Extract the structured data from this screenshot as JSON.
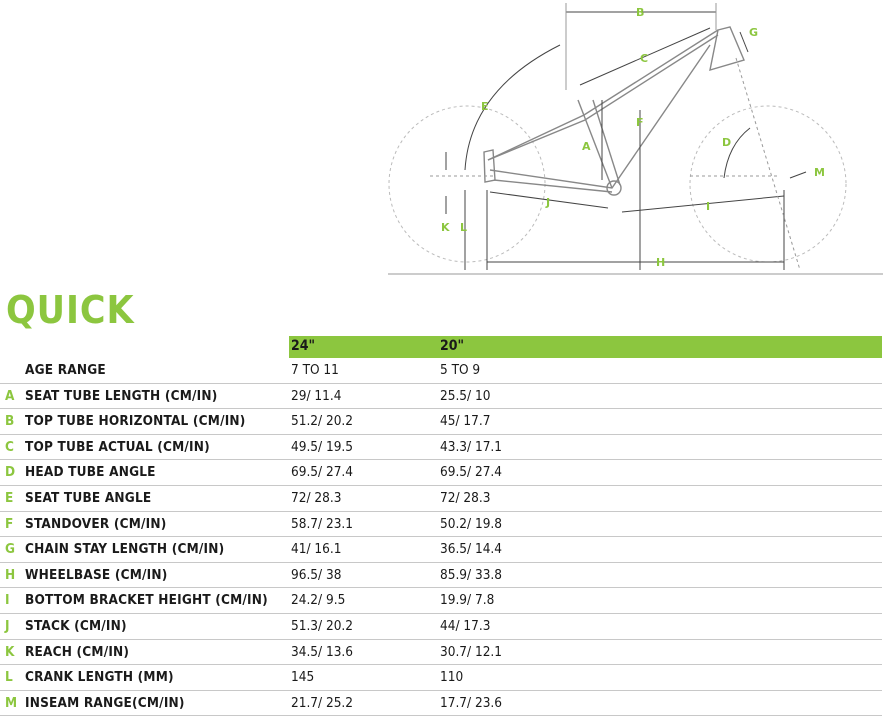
{
  "diagram": {
    "labels": [
      "A",
      "B",
      "C",
      "D",
      "E",
      "F",
      "G",
      "H",
      "I",
      "J",
      "K",
      "L",
      "M"
    ]
  },
  "title": "QUICK",
  "table": {
    "columns": [
      "24\"",
      "20\""
    ],
    "rows": [
      {
        "letter": "",
        "label": "AGE RANGE",
        "values": [
          "7 TO 11",
          "5 TO 9"
        ]
      },
      {
        "letter": "A",
        "label": "SEAT TUBE LENGTH (CM/IN)",
        "values": [
          "29/ 11.4",
          "25.5/ 10"
        ]
      },
      {
        "letter": "B",
        "label": "TOP TUBE HORIZONTAL (CM/IN)",
        "values": [
          "51.2/ 20.2",
          "45/ 17.7"
        ]
      },
      {
        "letter": "C",
        "label": "TOP TUBE ACTUAL (CM/IN)",
        "values": [
          "49.5/ 19.5",
          "43.3/ 17.1"
        ]
      },
      {
        "letter": "D",
        "label": "HEAD TUBE ANGLE",
        "values": [
          "69.5/ 27.4",
          "69.5/ 27.4"
        ]
      },
      {
        "letter": "E",
        "label": "SEAT TUBE ANGLE",
        "values": [
          "72/ 28.3",
          "72/ 28.3"
        ]
      },
      {
        "letter": "F",
        "label": "STANDOVER (CM/IN)",
        "values": [
          "58.7/ 23.1",
          "50.2/ 19.8"
        ]
      },
      {
        "letter": "G",
        "label": "CHAIN STAY LENGTH (CM/IN)",
        "values": [
          "41/ 16.1",
          "36.5/ 14.4"
        ]
      },
      {
        "letter": "H",
        "label": "WHEELBASE (CM/IN)",
        "values": [
          "96.5/ 38",
          "85.9/ 33.8"
        ]
      },
      {
        "letter": "I",
        "label": "BOTTOM BRACKET HEIGHT (CM/IN)",
        "values": [
          "24.2/ 9.5",
          "19.9/ 7.8"
        ]
      },
      {
        "letter": "J",
        "label": "STACK (CM/IN)",
        "values": [
          "51.3/ 20.2",
          "44/ 17.3"
        ]
      },
      {
        "letter": "K",
        "label": "REACH (CM/IN)",
        "values": [
          "34.5/ 13.6",
          "30.7/ 12.1"
        ]
      },
      {
        "letter": "L",
        "label": "CRANK LENGTH (MM)",
        "values": [
          "145",
          "110"
        ]
      },
      {
        "letter": "M",
        "label": "INSEAM RANGE(CM/IN)",
        "values": [
          "21.7/ 25.2",
          "17.7/ 23.6"
        ]
      }
    ]
  },
  "colors": {
    "accent": "#8cc63f",
    "text": "#1a1a1a",
    "rule": "#c8c8c8"
  }
}
